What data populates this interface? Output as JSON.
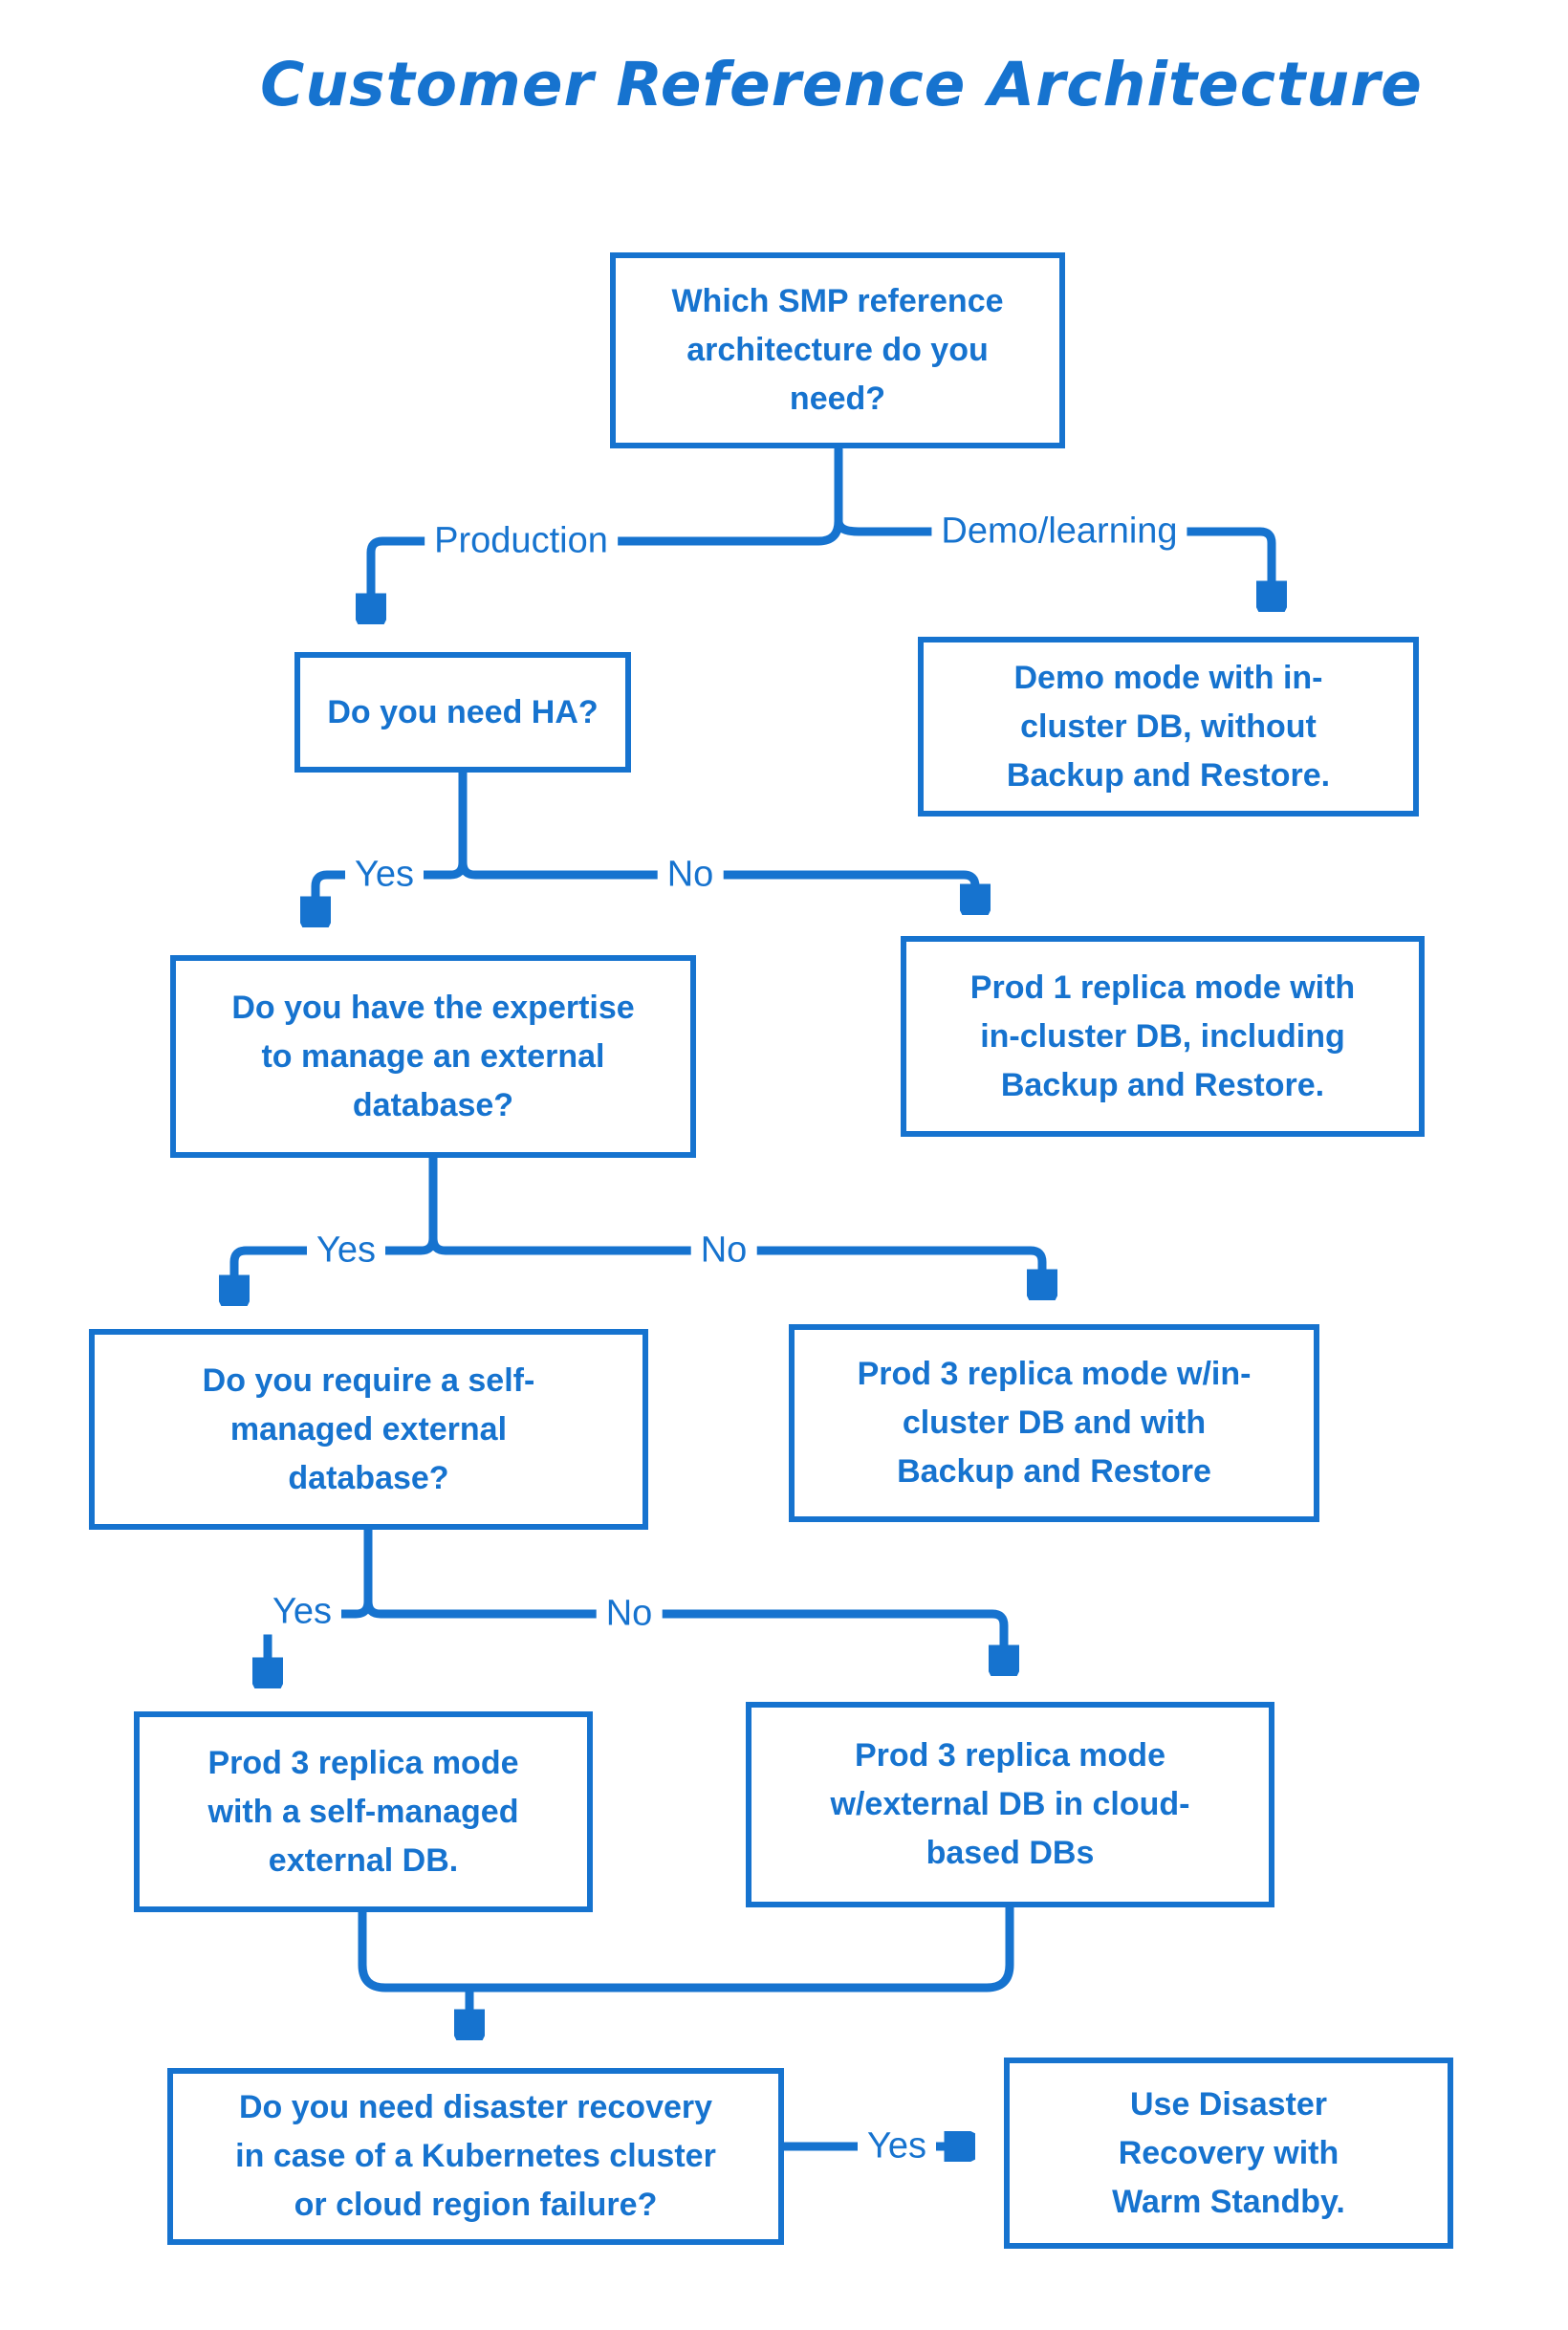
{
  "title": "Customer Reference Architecture",
  "colors": {
    "accent": "#1673cf",
    "background": "#ffffff"
  },
  "nodes": {
    "q_root": {
      "text": "Which SMP reference\narchitecture do you\nneed?"
    },
    "q_ha": {
      "text": "Do you need HA?"
    },
    "r_demo": {
      "text": "Demo mode with in-\ncluster DB, without\nBackup and Restore."
    },
    "q_expertise": {
      "text": "Do you have the expertise\nto manage an external\ndatabase?"
    },
    "r_prod1": {
      "text": "Prod 1 replica mode with\nin-cluster DB, including\nBackup and Restore."
    },
    "q_selfmanaged": {
      "text": "Do you require a self-\nmanaged external\ndatabase?"
    },
    "r_prod3in": {
      "text": "Prod 3 replica mode w/in-\ncluster DB and with\nBackup and Restore"
    },
    "r_prod3self": {
      "text": "Prod 3 replica mode\nwith a self-managed\nexternal DB."
    },
    "r_prod3ext": {
      "text": "Prod 3 replica mode\nw/external DB in cloud-\nbased DBs"
    },
    "q_dr": {
      "text": "Do you need disaster recovery\nin case of a Kubernetes cluster\nor cloud region failure?"
    },
    "r_dr": {
      "text": "Use Disaster\nRecovery with\nWarm Standby."
    }
  },
  "edge_labels": {
    "production": "Production",
    "demo_learning": "Demo/learning",
    "ha_yes": "Yes",
    "ha_no": "No",
    "expertise_yes": "Yes",
    "expertise_no": "No",
    "self_yes": "Yes",
    "self_no": "No",
    "dr_yes": "Yes"
  }
}
